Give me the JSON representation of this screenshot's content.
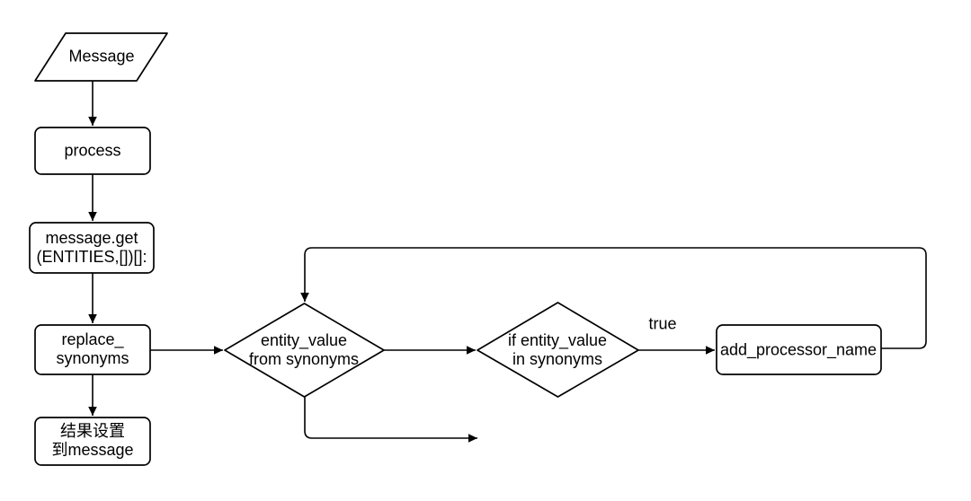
{
  "diagram": {
    "type": "flowchart",
    "background_color": "#ffffff",
    "stroke_color": "#000000",
    "text_color": "#000000",
    "nodes": [
      {
        "id": "message",
        "shape": "parallelogram",
        "lines": [
          "Message"
        ]
      },
      {
        "id": "process",
        "shape": "rounded-rect",
        "lines": [
          "process"
        ]
      },
      {
        "id": "message-get",
        "shape": "rounded-rect",
        "lines": [
          "message.get",
          "(ENTITIES,[])[]:"
        ]
      },
      {
        "id": "replace-synonyms",
        "shape": "rounded-rect",
        "lines": [
          "replace_",
          "synonyms"
        ]
      },
      {
        "id": "result-to-message",
        "shape": "rounded-rect",
        "lines": [
          "结果设置",
          "到message"
        ]
      },
      {
        "id": "entity-value-from-synonyms",
        "shape": "diamond",
        "lines": [
          "entity_value",
          "from synonyms"
        ]
      },
      {
        "id": "if-entity-value-in-synonyms",
        "shape": "diamond",
        "lines": [
          "if entity_value",
          "in synonyms"
        ]
      },
      {
        "id": "add-processor-name",
        "shape": "rounded-rect",
        "lines": [
          "add_processor_name"
        ]
      }
    ],
    "edges": [
      {
        "from": "message",
        "to": "process",
        "label": ""
      },
      {
        "from": "process",
        "to": "message-get",
        "label": ""
      },
      {
        "from": "message-get",
        "to": "replace-synonyms",
        "label": ""
      },
      {
        "from": "replace-synonyms",
        "to": "result-to-message",
        "label": ""
      },
      {
        "from": "replace-synonyms",
        "to": "entity-value-from-synonyms",
        "label": ""
      },
      {
        "from": "entity-value-from-synonyms",
        "to": "if-entity-value-in-synonyms",
        "label": ""
      },
      {
        "from": "if-entity-value-in-synonyms",
        "to": "add-processor-name",
        "label": "true"
      },
      {
        "from": "add-processor-name",
        "to": "entity-value-from-synonyms",
        "label": "",
        "route": "loop-back-over-top"
      },
      {
        "from": "entity-value-from-synonyms",
        "to": "exit-bottom-right",
        "label": ""
      }
    ]
  }
}
